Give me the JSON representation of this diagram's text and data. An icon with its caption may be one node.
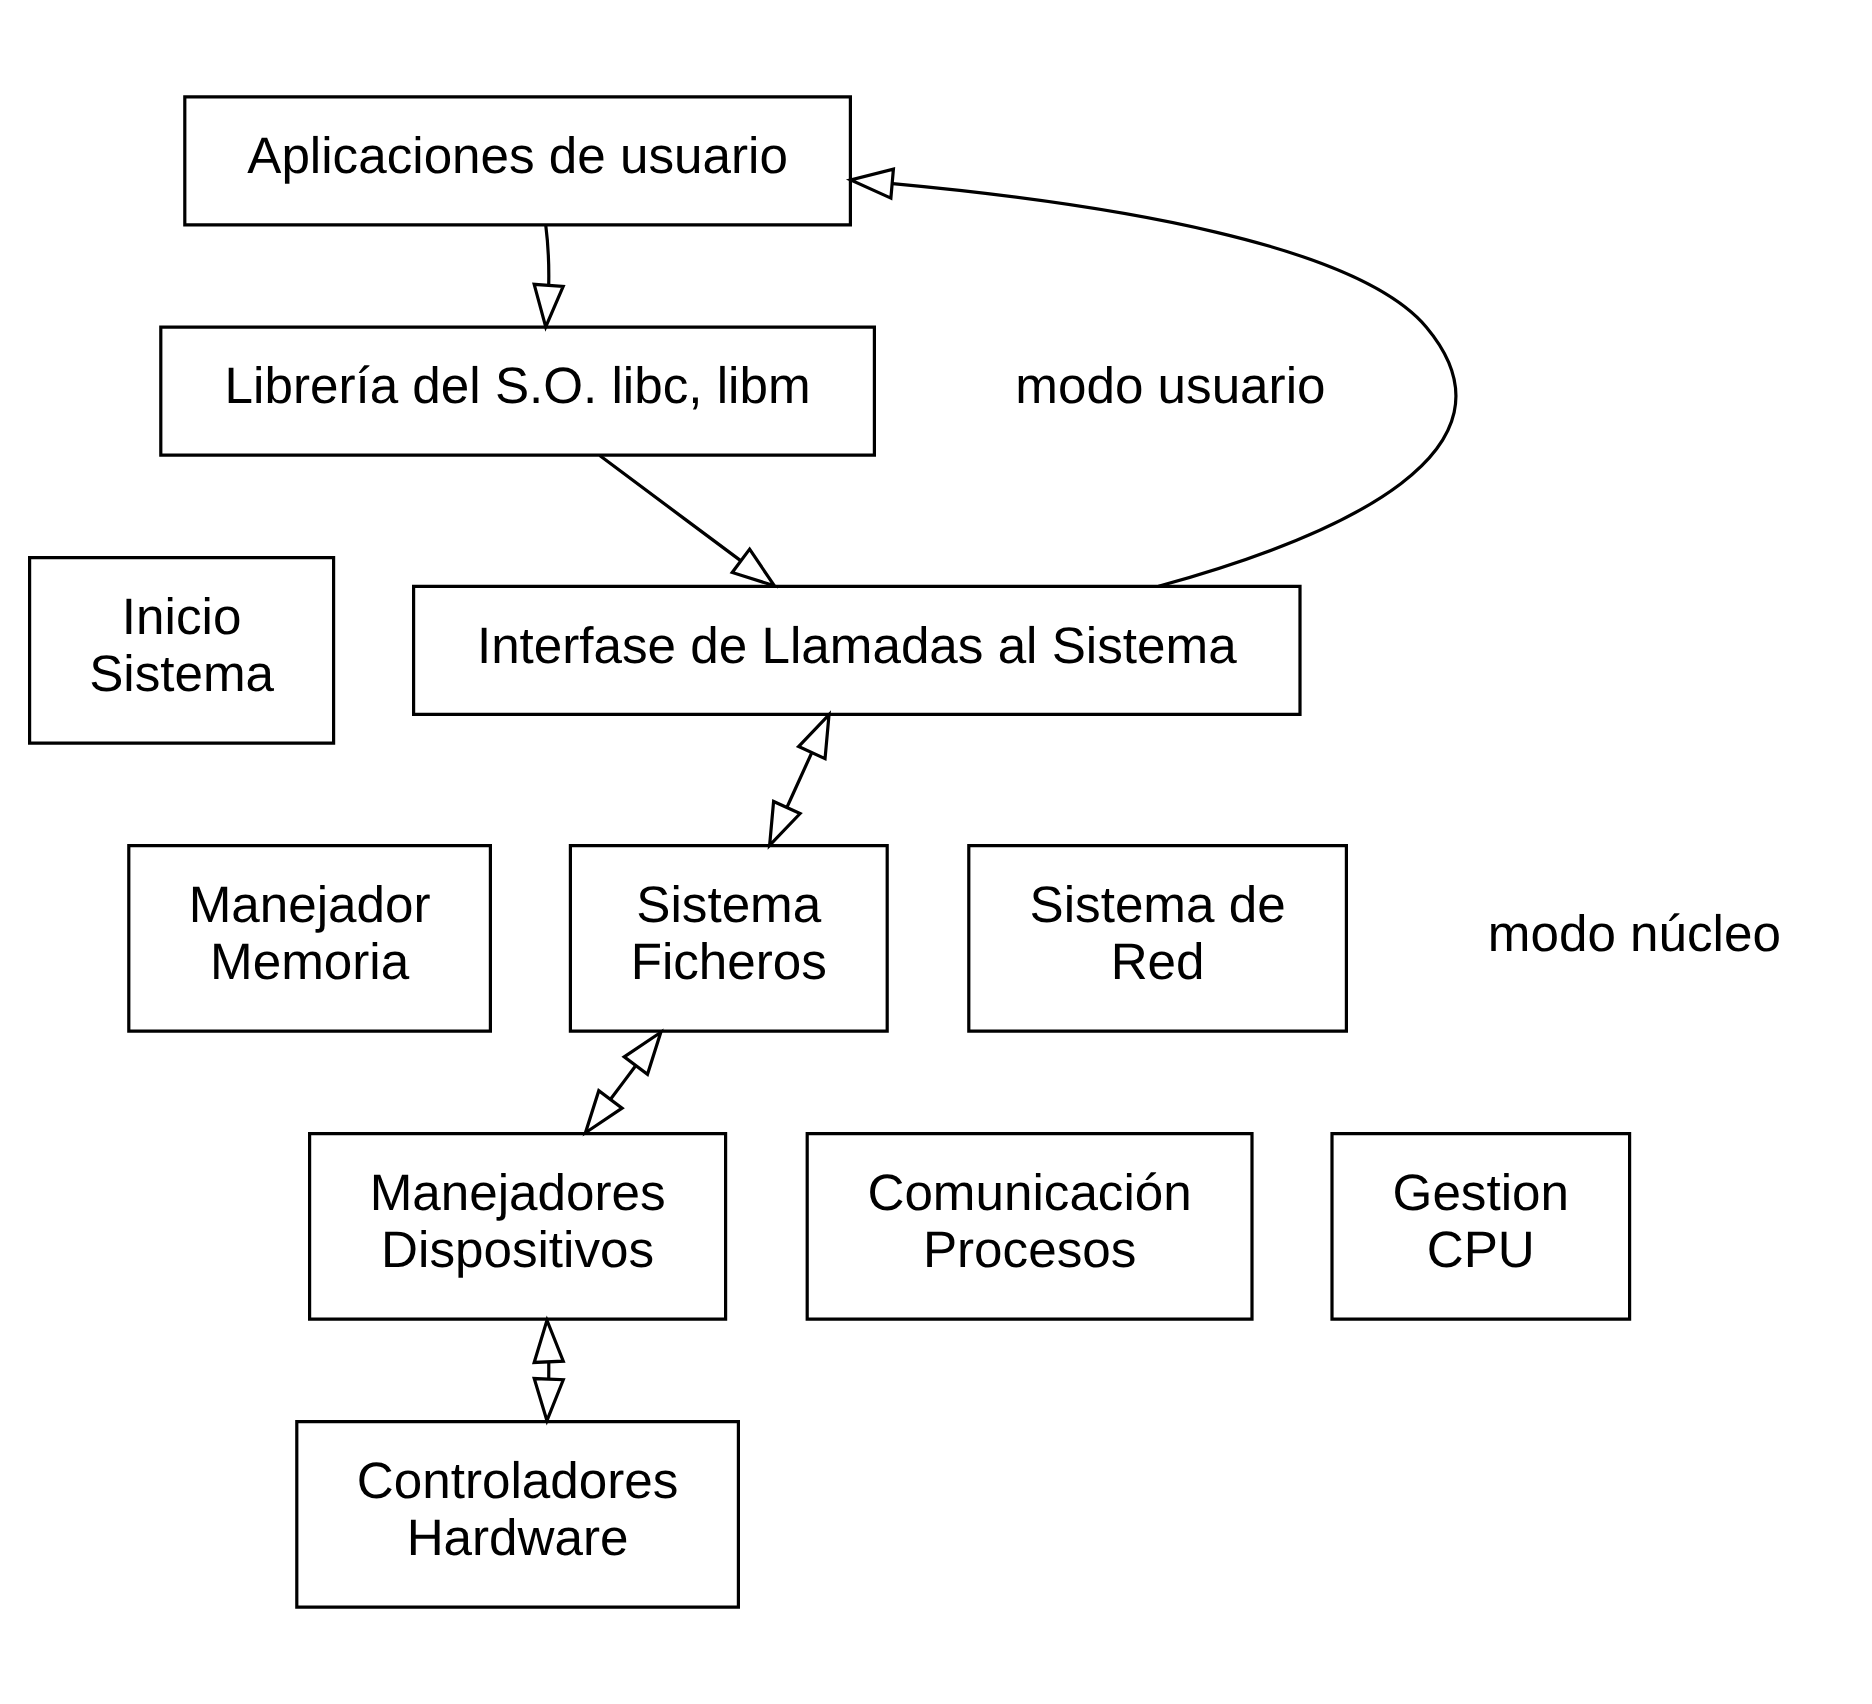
{
  "diagram": {
    "nodes": [
      {
        "text": [
          "Aplicaciones de usuario"
        ]
      },
      {
        "text": [
          "Librería del S.O. libc, libm"
        ]
      },
      {
        "text": [
          "Inicio Sistema"
        ]
      },
      {
        "text": [
          "Interfase de Llamadas al Sistema"
        ]
      },
      {
        "text": [
          "Manejador Memoria"
        ]
      },
      {
        "text": [
          "Sistema Ficheros"
        ]
      },
      {
        "text": [
          "Sistema de Red"
        ]
      },
      {
        "text": [
          "Manejadores Dispositivos"
        ]
      },
      {
        "text": [
          "Comunicación Procesos"
        ]
      },
      {
        "text": [
          "Gestion CPU"
        ]
      },
      {
        "text": [
          "Controladores Hardware"
        ]
      }
    ],
    "edges": [
      {
        "from": 0,
        "to": 1,
        "arrow": "to"
      },
      {
        "from": 1,
        "to": 3,
        "arrow": "to"
      },
      {
        "from": 3,
        "to": 0,
        "arrow": "to"
      },
      {
        "from": 3,
        "to": 5,
        "arrow": "both"
      },
      {
        "from": 5,
        "to": 7,
        "arrow": "both"
      },
      {
        "from": 7,
        "to": 10,
        "arrow": "both"
      }
    ],
    "labels": [
      "modo usuario",
      "modo núcleo"
    ]
  }
}
